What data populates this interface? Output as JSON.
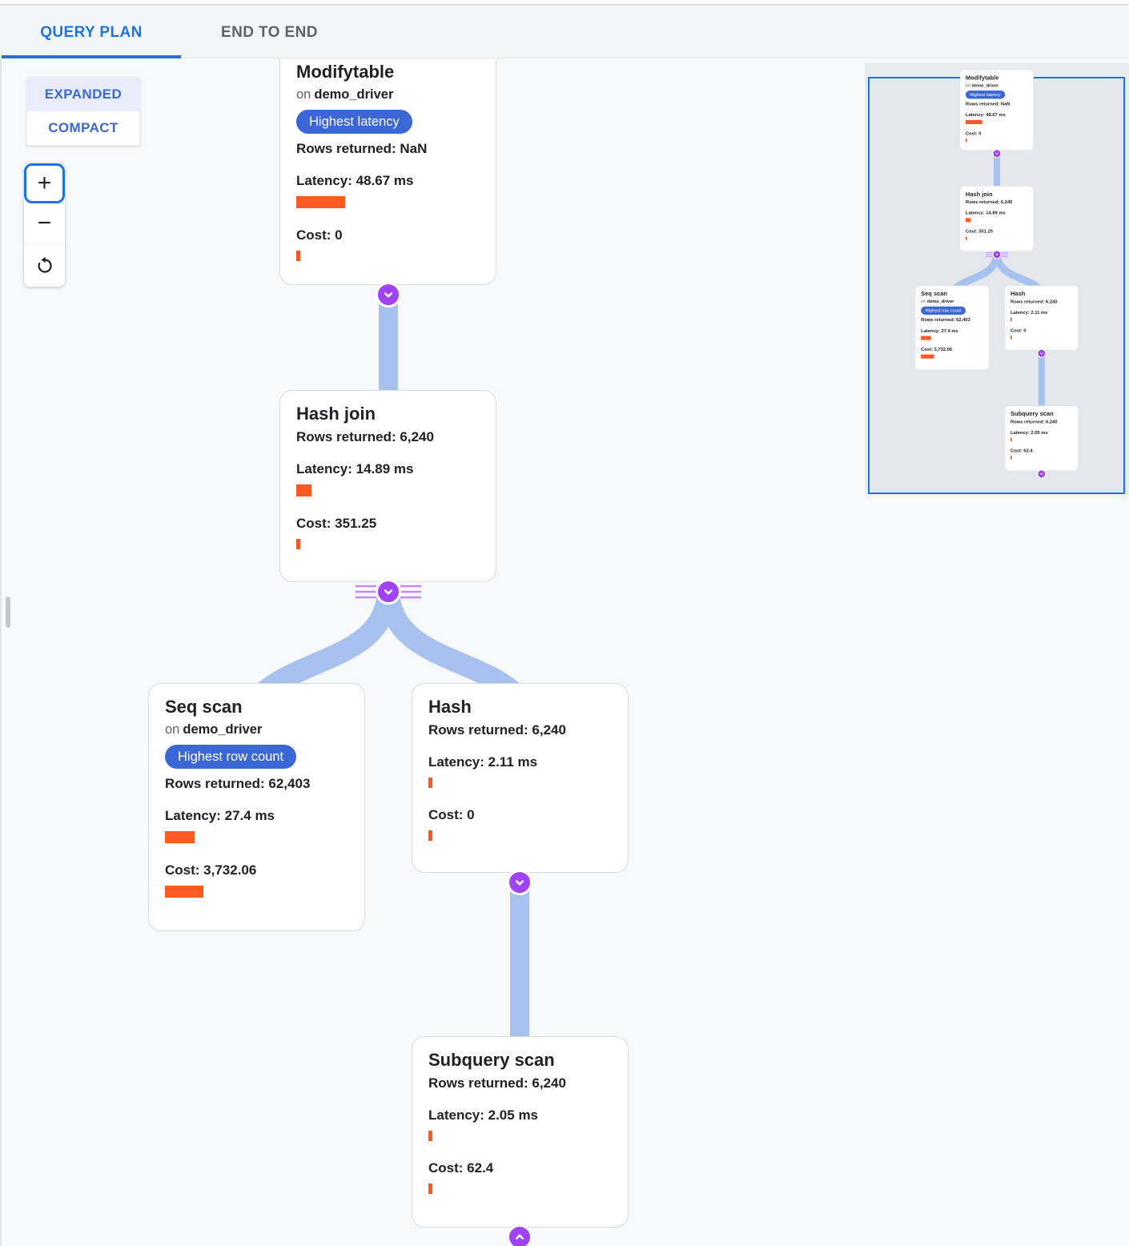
{
  "header": {
    "tabs": [
      {
        "label": "QUERY PLAN",
        "active": true
      },
      {
        "label": "END TO END",
        "active": false
      }
    ]
  },
  "view_toggle": {
    "expanded": "EXPANDED",
    "compact": "COMPACT",
    "selected": "EXPANDED"
  },
  "zoom_controls": {
    "zoom_in_glyph": "+",
    "zoom_out_glyph": "−"
  },
  "nodes": {
    "modifytable": {
      "title": "Modifytable",
      "on_word": "on",
      "table": "demo_driver",
      "badge": "Highest latency",
      "rows": "Rows returned: NaN",
      "latency": "Latency: 48.67 ms",
      "cost": "Cost: 0"
    },
    "hash_join": {
      "title": "Hash join",
      "rows": "Rows returned: 6,240",
      "latency": "Latency: 14.89 ms",
      "cost": "Cost: 351.25"
    },
    "seq_scan": {
      "title": "Seq scan",
      "on_word": "on",
      "table": "demo_driver",
      "badge": "Highest row count",
      "rows": "Rows returned: 62,403",
      "latency": "Latency: 27.4 ms",
      "cost": "Cost: 3,732.06"
    },
    "hash": {
      "title": "Hash",
      "rows": "Rows returned: 6,240",
      "latency": "Latency: 2.11 ms",
      "cost": "Cost: 0"
    },
    "subquery_scan": {
      "title": "Subquery scan",
      "rows": "Rows returned: 6,240",
      "latency": "Latency: 2.05 ms",
      "cost": "Cost: 62.4"
    }
  },
  "colors": {
    "accent_blue": "#1a73e8",
    "badge_blue": "#3b67d6",
    "edge_blue": "#a8c2f0",
    "toggle_purple": "#a142f4",
    "hidden_edge_purple": "#c58af8",
    "bar_orange": "#fb5a22",
    "canvas_bg": "#f8f9fb",
    "minimap_bg": "#e9ebee"
  }
}
